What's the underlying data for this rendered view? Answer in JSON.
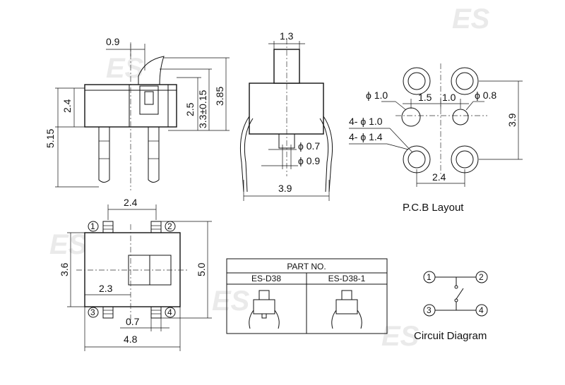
{
  "watermark": "ES",
  "side_view": {
    "dims": [
      "0.9",
      "2.4",
      "5.15",
      "2.5",
      "3.3±0.15",
      "3.85"
    ]
  },
  "front_view": {
    "dims": [
      "1.3",
      "ϕ 0.7",
      "ϕ 0.9",
      "3.9"
    ]
  },
  "pcb": {
    "dims": [
      "ϕ 1.0",
      "1.5",
      "1.0",
      "ϕ 0.8",
      "4- ϕ 1.0",
      "4- ϕ 1.4",
      "3.9",
      "2.4"
    ],
    "caption": "P.C.B Layout"
  },
  "top_view": {
    "dims": [
      "2.4",
      "3.6",
      "5.0",
      "2.3",
      "0.7",
      "4.8"
    ],
    "pins": [
      "1",
      "2",
      "3",
      "4"
    ]
  },
  "part_table": {
    "header": "PART NO.",
    "columns": [
      "ES-D38",
      "ES-D38-1"
    ]
  },
  "circuit": {
    "pins": [
      "1",
      "2",
      "3",
      "4"
    ],
    "caption": "Circuit Diagram"
  }
}
